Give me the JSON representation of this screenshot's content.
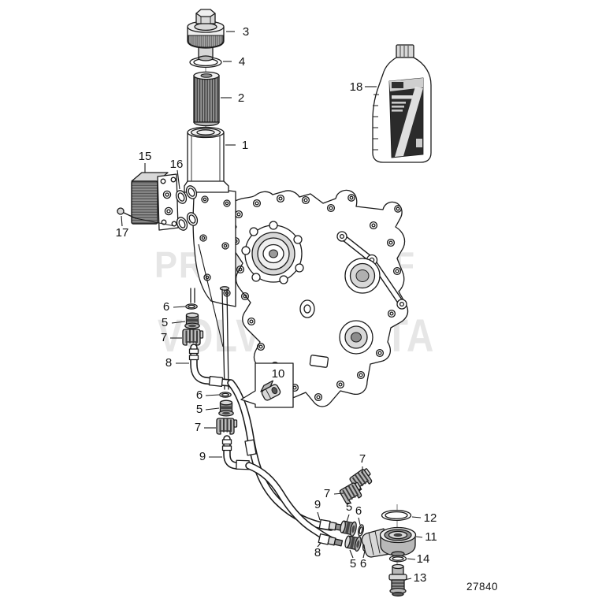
{
  "watermark": {
    "line1": "PROPERTY OF",
    "line2": "VOLVO PENTA"
  },
  "drawing_number": "27840",
  "callouts": [
    {
      "label": "3"
    },
    {
      "label": "4"
    },
    {
      "label": "2"
    },
    {
      "label": "1"
    },
    {
      "label": "18"
    },
    {
      "label": "15"
    },
    {
      "label": "16"
    },
    {
      "label": "17"
    },
    {
      "label": "6"
    },
    {
      "label": "5"
    },
    {
      "label": "7"
    },
    {
      "label": "8"
    },
    {
      "label": "6"
    },
    {
      "label": "5"
    },
    {
      "label": "7"
    },
    {
      "label": "9"
    },
    {
      "label": "10"
    },
    {
      "label": "7"
    },
    {
      "label": "7"
    },
    {
      "label": "9"
    },
    {
      "label": "5"
    },
    {
      "label": "6"
    },
    {
      "label": "8"
    },
    {
      "label": "5"
    },
    {
      "label": "6"
    },
    {
      "label": "12"
    },
    {
      "label": "11"
    },
    {
      "label": "14"
    },
    {
      "label": "13"
    }
  ],
  "colors": {
    "line": "#1a1a1a",
    "watermark": "#e6e6e6",
    "background": "#ffffff"
  }
}
